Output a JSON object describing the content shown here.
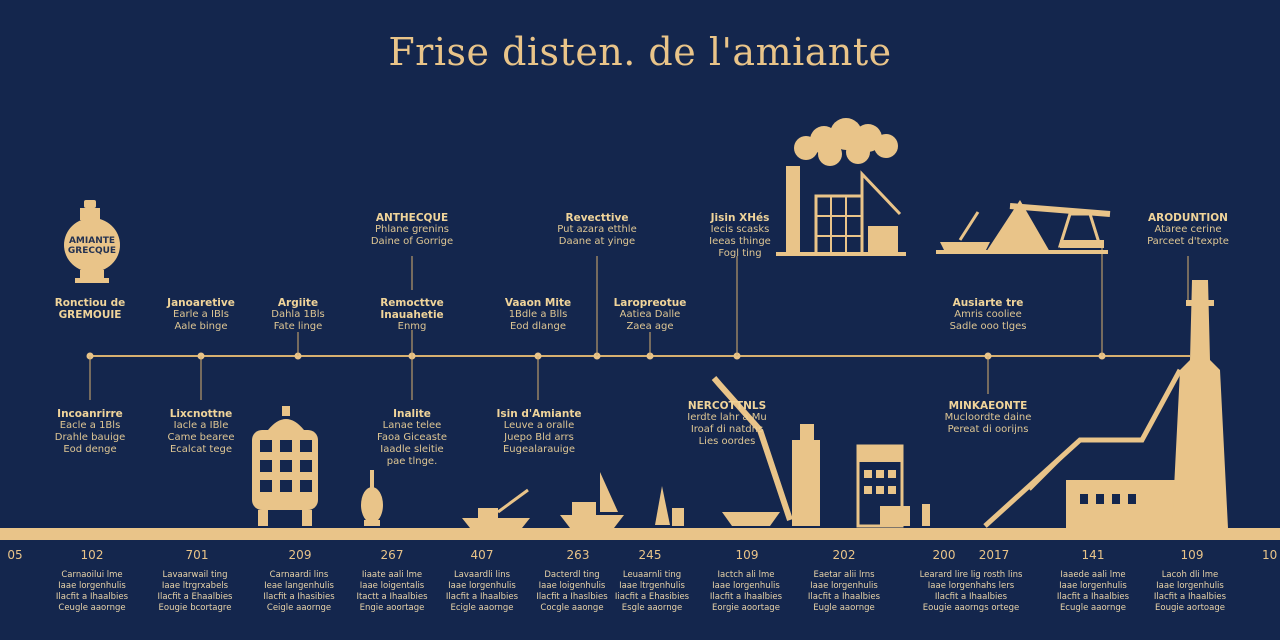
{
  "title": "Frise disten. de l'amiante",
  "colors": {
    "background": "#14264d",
    "accent": "#e9c489",
    "line": "#d8b070"
  },
  "upper_labels": [
    {
      "lines": [
        "Ronctiou de",
        "GREMOUIE"
      ]
    },
    {
      "lines": [
        "Janoaretive",
        "Earle a IBIs",
        "Aale binge"
      ]
    },
    {
      "lines": [
        "Argiite",
        "Dahla 1Bls",
        "Fate linge"
      ]
    },
    {
      "lines": [
        "ANTHECQUE",
        "Phlane grenins",
        "Daine of Gorrige"
      ]
    },
    {
      "lines": [
        "Remocttve",
        "Inauahetie",
        "Enmg"
      ]
    },
    {
      "lines": [
        "Vaaon Mite",
        "1Bdle a Blls",
        "Eod dlange"
      ]
    },
    {
      "lines": [
        "Revecttive",
        "Put azara etthle",
        "Daane at yinge"
      ]
    },
    {
      "lines": [
        "Laropreotue",
        "Aatiea Dalle",
        "Zaea age"
      ]
    },
    {
      "lines": [
        "Jisin XHés",
        "Iecis scasks",
        "Ieeas thinge",
        "Fogl ting"
      ]
    },
    {
      "lines": [
        "Ausiarte tre",
        "Amris cooliee",
        "Sadle ooo tlges"
      ]
    },
    {
      "lines": [
        "ARODUNTION",
        "Ataree cerine",
        "Parceet d'texpte"
      ]
    }
  ],
  "lower_labels": [
    {
      "lines": [
        "Incoanrirre",
        "Eacle a 1Bls",
        "Drahle bauige",
        "Eod denge"
      ]
    },
    {
      "lines": [
        "Lixcnottne",
        "Iacle a IBle",
        "Came bearee",
        "Ecalcat tege"
      ]
    },
    {
      "lines": [
        "Inalite",
        "Lanae telee",
        "Faoa Giceaste",
        "Iaadle sleitie",
        "pae tlnge."
      ]
    },
    {
      "lines": [
        "Isin d'Amiante",
        "Leuve a oralle",
        "Juepo Bld arrs",
        "Eugealarauige"
      ]
    },
    {
      "lines": [
        "NERCOTTNLS",
        "Ierdte lahr a Mu",
        "Iroaf di natdns",
        "Lies oordes"
      ]
    },
    {
      "lines": [
        "MINKAEONTE",
        "Mucloordte daine",
        "Pereat di oorijns"
      ]
    }
  ],
  "icon_label": [
    "AMIANTE",
    "GRECQUE"
  ],
  "years": [
    "05",
    "102",
    "701",
    "209",
    "267",
    "407",
    "263",
    "245",
    "109",
    "202",
    "200",
    "2017",
    "141",
    "109",
    "10"
  ],
  "descriptions": [
    [
      "Carnaoilui lme",
      "Iaae lorgenhulis",
      "Ilacfit a Ihaalbies",
      "Ceugle aaornge"
    ],
    [
      "Lavaarwail ting",
      "Iaae ltrgrxabels",
      "Ilacfit a Ehaalbies",
      "Eougie bcortagre"
    ],
    [
      "Carnaardi lins",
      "Ieae langenhulis",
      "Ilacfit a Ihasibies",
      "Ceigle aaornge"
    ],
    [
      "Iiaate aali lme",
      "Iaae loigentalis",
      "Itactt a Ihaalbies",
      "Engie aoortage"
    ],
    [
      "Lavaardli lins",
      "Iaae lorgenhulis",
      "Ilacfit a Ihaalbies",
      "Ecigle aaornge"
    ],
    [
      "Dacterdl ting",
      "Iaae loigenhulis",
      "Ilacfit a Ihaslbies",
      "Cocgle aaonge"
    ],
    [
      "Leuaarnli ting",
      "Iaae ltrgenhulis",
      "Iiacfit a Ehasibies",
      "Esgle aaornge"
    ],
    [
      "Iactch ali lme",
      "Iaae lorgenhulis",
      "Ilacfit a Ihaalbies",
      "Eorgie aoortage"
    ],
    [
      "Eaetar alii lrns",
      "Iaae lorgenhulis",
      "Ilacfit a Ihaalbies",
      "Eugle aaornge"
    ],
    [
      "Learard lire lig rosth lins",
      "Iaae lorgenhahs lers",
      "Ilacfit a Ihaalbies",
      "Eougie aaorngs ortege"
    ],
    [
      "Iaaede aali lme",
      "Iaae lorgenhulis",
      "Ilacfit a Ihaalbies",
      "Ecugle aaornge"
    ],
    [
      "Lacoh dli lme",
      "Iaae lorgenhulis",
      "Ilacfit a Ihaalbies",
      "Eougie aortoage"
    ]
  ]
}
